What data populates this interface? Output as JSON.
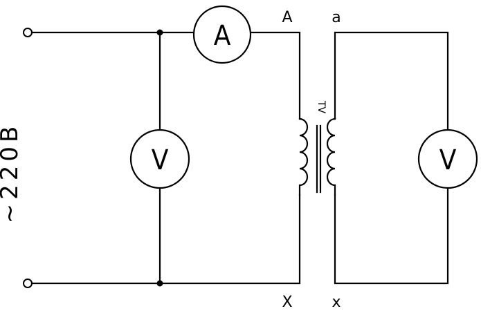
{
  "source": {
    "label": "~220В"
  },
  "meters": {
    "ammeter": "A",
    "voltmeter_primary": "V",
    "voltmeter_secondary": "V"
  },
  "transformer": {
    "label": "TV",
    "primary_top": "A",
    "primary_bottom": "X",
    "secondary_top": "a",
    "secondary_bottom": "x"
  }
}
